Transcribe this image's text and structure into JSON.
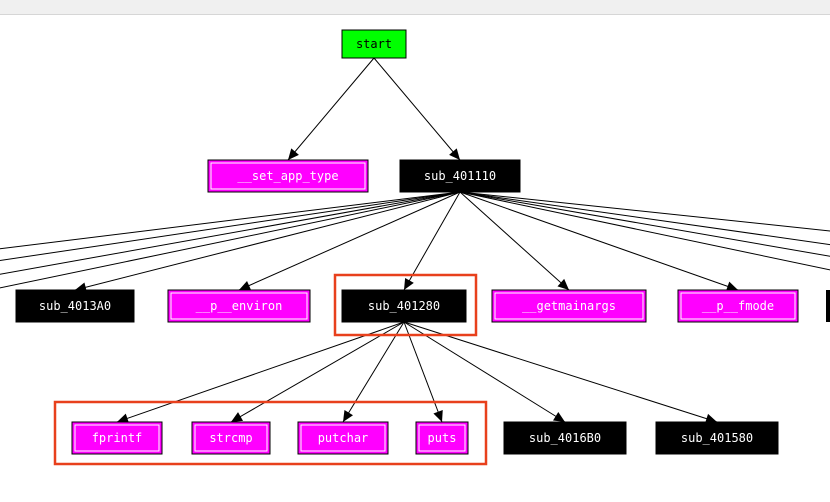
{
  "colors": {
    "root": "#00ff00",
    "import": "#ff00ff",
    "sub": "#000000",
    "root_text": "#000000",
    "import_text": "#ffffff",
    "sub_text": "#ffffff",
    "highlight": "#e8401c"
  },
  "graph": {
    "nodes": [
      {
        "id": "start",
        "label": "start",
        "kind": "root"
      },
      {
        "id": "set_app_type",
        "label": "__set_app_type",
        "kind": "import"
      },
      {
        "id": "sub_401110",
        "label": "sub_401110",
        "kind": "sub"
      },
      {
        "id": "sub_4013A0",
        "label": "sub_4013A0",
        "kind": "sub"
      },
      {
        "id": "p_environ",
        "label": "__p__environ",
        "kind": "import"
      },
      {
        "id": "sub_401280",
        "label": "sub_401280",
        "kind": "sub",
        "highlighted": true
      },
      {
        "id": "getmainargs",
        "label": "__getmainargs",
        "kind": "import"
      },
      {
        "id": "p_fmode",
        "label": "__p__fmode",
        "kind": "import"
      },
      {
        "id": "fprintf",
        "label": "fprintf",
        "kind": "import",
        "group": "calls"
      },
      {
        "id": "strcmp",
        "label": "strcmp",
        "kind": "import",
        "group": "calls"
      },
      {
        "id": "putchar",
        "label": "putchar",
        "kind": "import",
        "group": "calls"
      },
      {
        "id": "puts",
        "label": "puts",
        "kind": "import",
        "group": "calls"
      },
      {
        "id": "sub_4016B0",
        "label": "sub_4016B0",
        "kind": "sub"
      },
      {
        "id": "sub_401580",
        "label": "sub_401580",
        "kind": "sub"
      }
    ],
    "edges": [
      [
        "start",
        "set_app_type"
      ],
      [
        "start",
        "sub_401110"
      ],
      [
        "sub_401110",
        "sub_4013A0"
      ],
      [
        "sub_401110",
        "p_environ"
      ],
      [
        "sub_401110",
        "sub_401280"
      ],
      [
        "sub_401110",
        "getmainargs"
      ],
      [
        "sub_401110",
        "p_fmode"
      ],
      [
        "sub_401280",
        "fprintf"
      ],
      [
        "sub_401280",
        "strcmp"
      ],
      [
        "sub_401280",
        "putchar"
      ],
      [
        "sub_401280",
        "puts"
      ],
      [
        "sub_401280",
        "sub_4016B0"
      ],
      [
        "sub_401280",
        "sub_401580"
      ]
    ]
  }
}
